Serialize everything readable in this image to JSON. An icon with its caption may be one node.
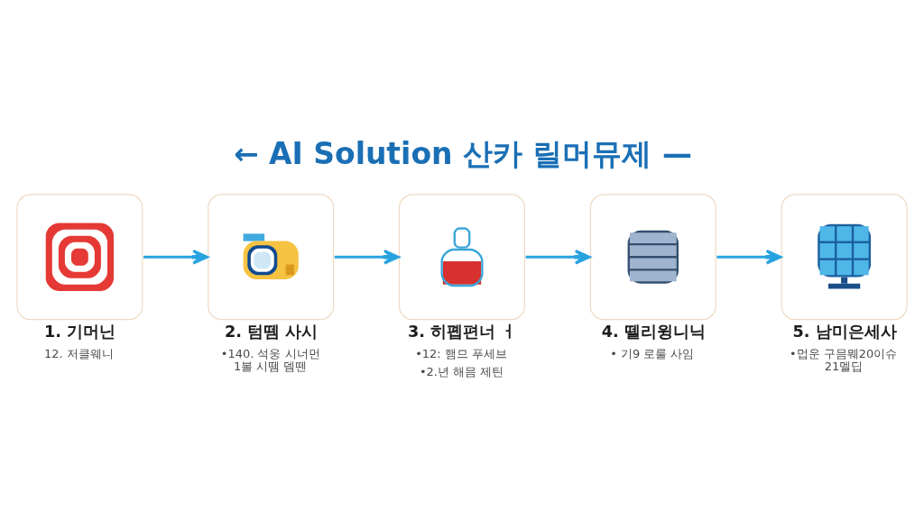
{
  "diagram": {
    "title": "← AI Solution 산카 릴머뮤제 —",
    "nodes": [
      {
        "text": [
          "1. 기머닌",
          "12. 저클웨니"
        ]
      },
      {
        "text": [
          "2. 텀뗌 사시",
          "•140. 석웅 시너먼 1볼 시뗌 뎀뗀"
        ]
      },
      {
        "text": [
          "3. 히폡편너 ㅓ",
          "•12: 햄므 푸세브",
          "•2.년 해믐 제틴"
        ]
      },
      {
        "text": [
          "4. 뗄리윙니닉",
          "• 기9 로룰 사임"
        ]
      },
      {
        "text": [
          "5. 남미은세사",
          "•멉운 구믐뭬20이슈 21멜딥"
        ]
      }
    ],
    "edges": [
      {
        "from": 0,
        "to": 1,
        "arrow": "to"
      },
      {
        "from": 1,
        "to": 2,
        "arrow": "to"
      },
      {
        "from": 2,
        "to": 3,
        "arrow": "to"
      },
      {
        "from": 3,
        "to": 4,
        "arrow": "to"
      }
    ]
  }
}
